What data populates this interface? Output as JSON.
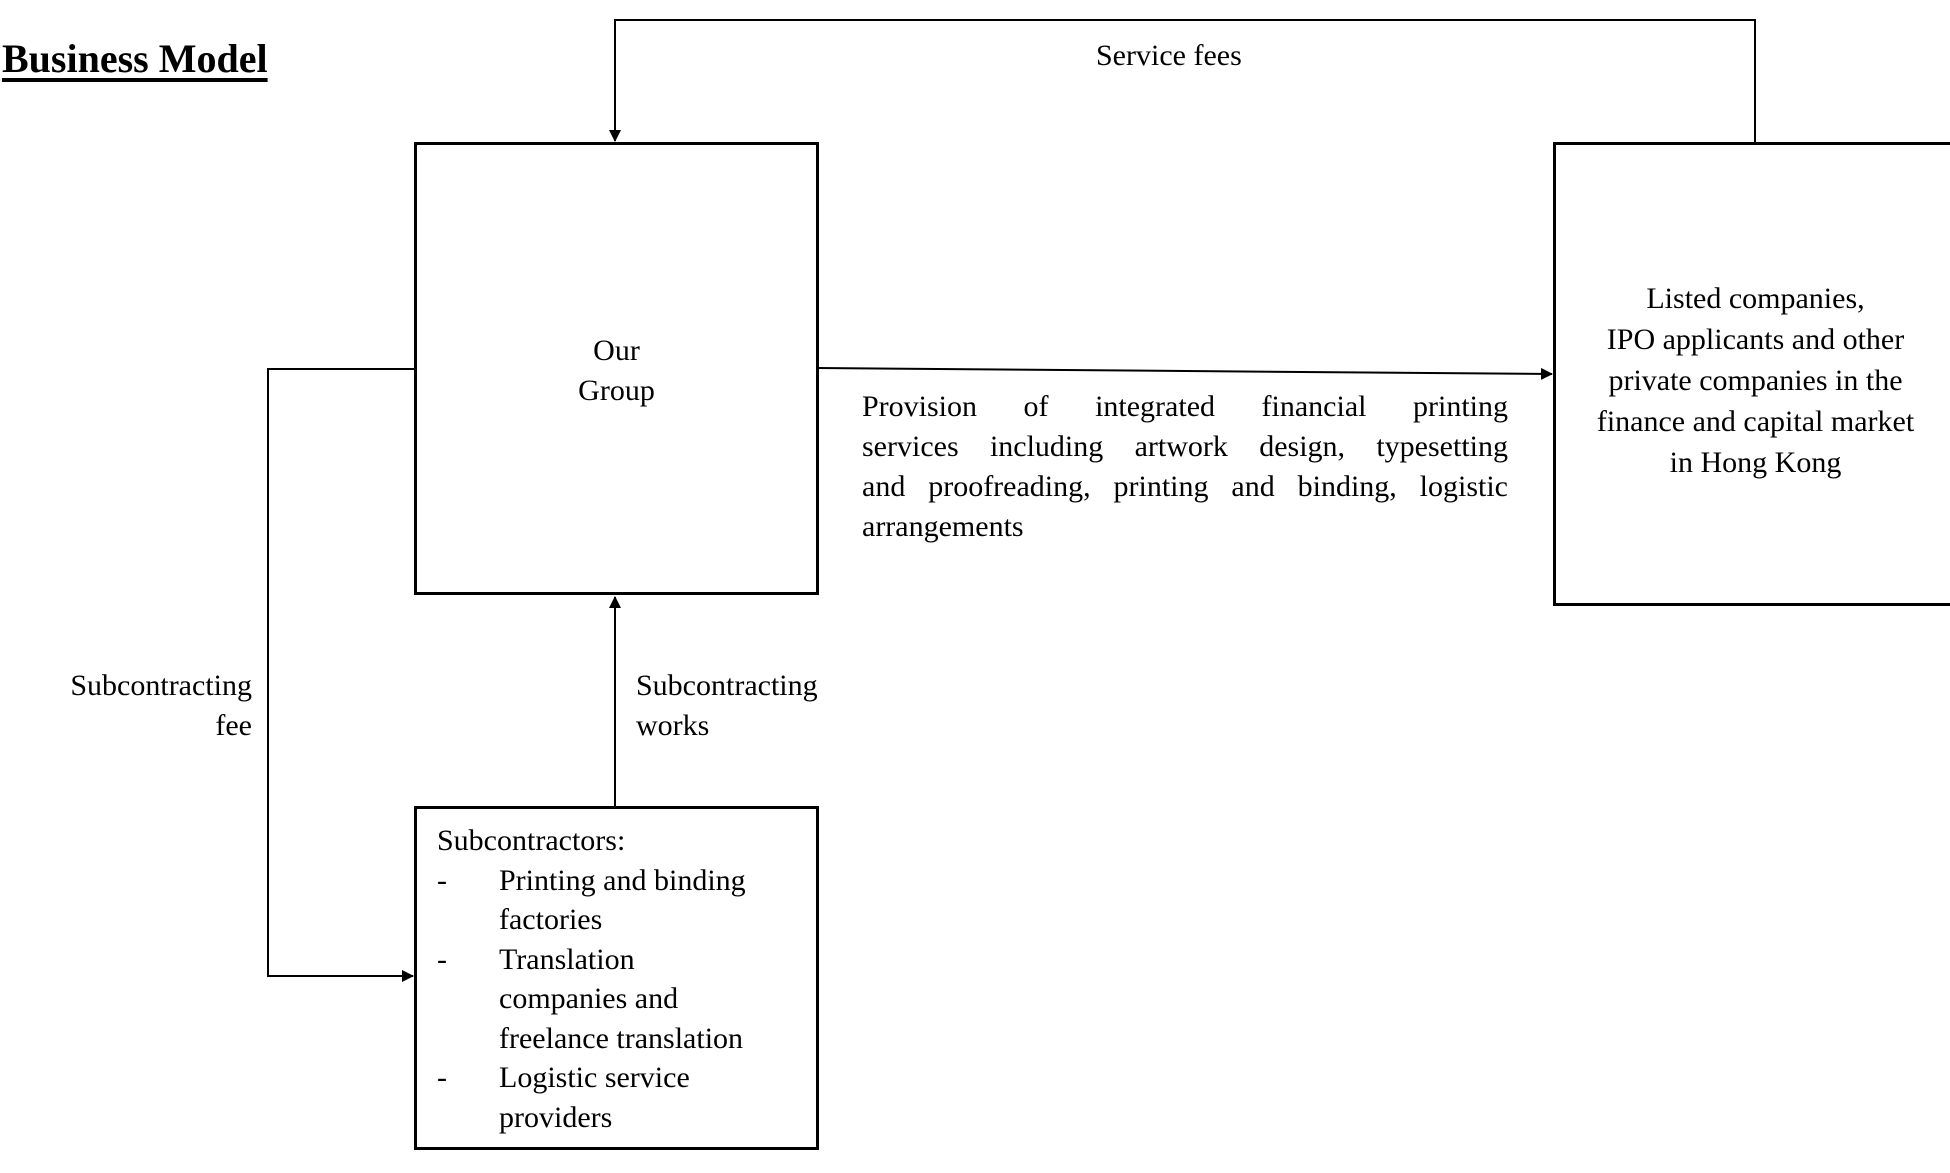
{
  "title": "Business Model",
  "nodes": {
    "group": {
      "lines": [
        "Our",
        "Group"
      ]
    },
    "customers": {
      "lines": [
        "Listed companies,",
        "IPO applicants and other",
        "private companies in the",
        "finance and capital market",
        "in Hong Kong"
      ]
    },
    "subcontractors": {
      "heading": "Subcontractors:",
      "bullet": "-",
      "items": [
        {
          "lines": [
            "Printing and binding",
            "factories"
          ]
        },
        {
          "lines": [
            "Translation",
            "companies and",
            "freelance translation"
          ]
        },
        {
          "lines": [
            "Logistic service",
            "providers"
          ]
        }
      ]
    }
  },
  "edges": {
    "service_fees": "Service fees",
    "provision": [
      "Provision of integrated financial printing",
      "services including artwork design, typesetting",
      "and proofreading, printing and binding, logistic",
      "arrangements"
    ],
    "subcontracting_fee": [
      "Subcontracting",
      "fee"
    ],
    "subcontracting_works": [
      "Subcontracting",
      "works"
    ]
  }
}
